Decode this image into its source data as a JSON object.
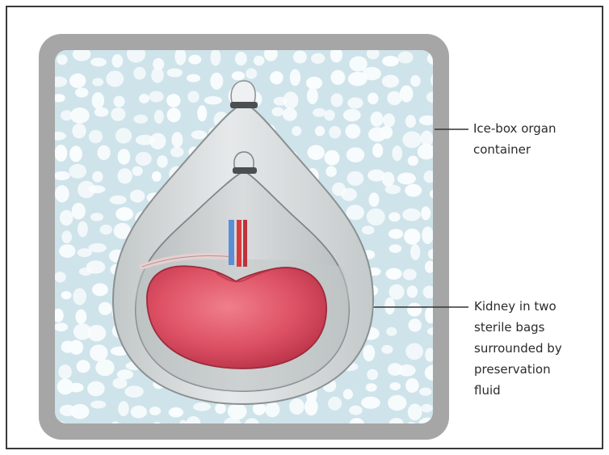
{
  "labels": {
    "ice_box": [
      "Ice-box organ",
      "container"
    ],
    "kidney": [
      "Kidney in two",
      "sterile bags",
      "surrounded by",
      "preservation",
      "fluid"
    ]
  },
  "colors": {
    "container_frame": "#9e9e9e",
    "ice_background": "#cfe3ea",
    "ice_chunks": "#fafdfe",
    "outer_bag": "#d8dcdd",
    "inner_bag": "#c9cdce",
    "kidney": "#d84a5c",
    "artery": "#d93b3b",
    "vein": "#5a8fd6"
  }
}
